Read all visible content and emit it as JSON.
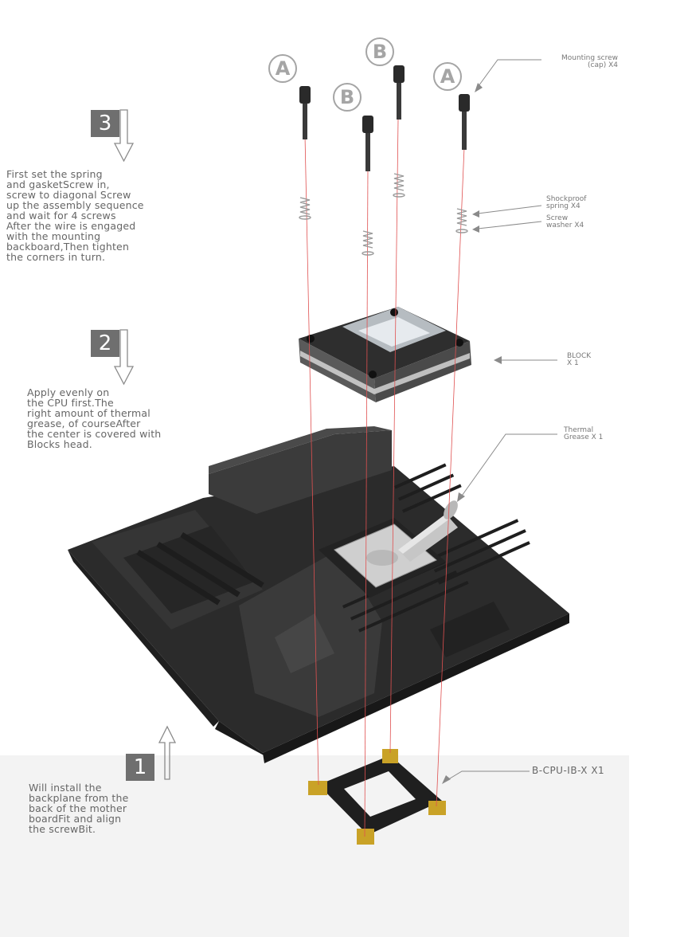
{
  "markers": {
    "a_left": "A",
    "b_left": "B",
    "b_top": "B",
    "a_right": "A"
  },
  "steps": {
    "step3": {
      "number": "3",
      "text": "First set the spring\nand gasketScrew in,\nscrew to diagonal Screw\nup the assembly sequence\nand wait for 4 screws\nAfter the wire is engaged\nwith the mounting\nbackboard,Then tighten\nthe corners in turn."
    },
    "step2": {
      "number": "2",
      "text": "Apply evenly on\nthe CPU first.The\nright amount of thermal\ngrease, of courseAfter\nthe center is covered with\nBlocks  head."
    },
    "step1": {
      "number": "1",
      "text": "Will install the\nbackplane from the\nback of the mother\nboardFit and align\nthe screwBit."
    }
  },
  "callouts": {
    "mounting_screw": "Mounting screw\n(cap) X4",
    "shockproof_spring": "Shockproof\nspring X4",
    "screw_washer": "Screw\nwasher X4",
    "block": "BLOCK\nX 1",
    "thermal_grease": "Thermal\nGrease X 1"
  },
  "backplate_label": "B-CPU-IB-X X1",
  "colors": {
    "marker": "#a5a5a5",
    "step_box": "#6f6f6f",
    "alignment_line": "#e05050",
    "board": "#2e2e2e",
    "bracket_corner": "#c9a227"
  },
  "icons": [
    "arrow-down-icon",
    "arrow-up-icon"
  ]
}
